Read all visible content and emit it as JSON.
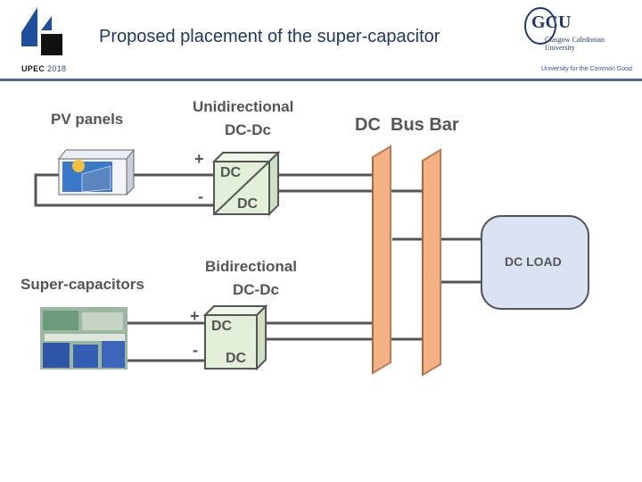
{
  "header": {
    "title": "Proposed placement of the super-capacitor",
    "left_logo": {
      "name": "UPEC",
      "year": "2018"
    },
    "right_logo": {
      "mark": "GCU",
      "name": "Glasgow Caledonian University",
      "tagline": "University for the Common Good"
    }
  },
  "diagram": {
    "pv_label": "PV panels",
    "uni_label_line1": "Unidirectional",
    "uni_label_line2": "DC-Dc",
    "bus_label": "DC  Bus Bar",
    "bi_label_line1": "Bidirectional",
    "bi_label_line2": "DC-Dc",
    "sc_label": "Super-capacitors",
    "load_label": "DC LOAD",
    "conv_top_text": "DC",
    "conv_bottom_text": "DC",
    "plus": "+",
    "minus": "-"
  },
  "colors": {
    "title": "#1f3864",
    "bus_bar_fill": "#f4b183",
    "bus_bar_stroke": "#c07a55",
    "converter_fill": "#e2efd9",
    "load_fill": "#dae3f3",
    "wire": "#555555"
  }
}
